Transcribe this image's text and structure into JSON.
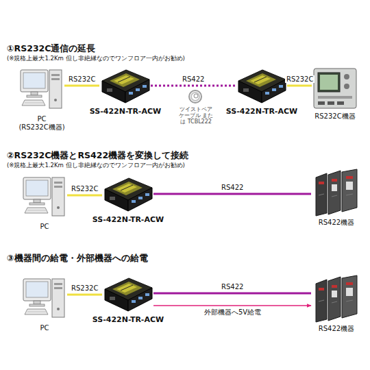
{
  "diagram": {
    "nodes": [
      {
        "text": [
          "PC",
          "(RS232C機器)"
        ]
      },
      {
        "text": [
          "SS-422N-TR-ACW"
        ]
      },
      {
        "text": [
          "SS-422N-TR-ACW"
        ]
      },
      {
        "text": [
          "RS232C機器"
        ]
      },
      {
        "text": [
          "PC"
        ]
      },
      {
        "text": [
          "SS-422N-TR-ACW"
        ]
      },
      {
        "text": [
          "RS422機器"
        ]
      },
      {
        "text": [
          "PC"
        ]
      },
      {
        "text": [
          "SS-422N-TR-ACW"
        ]
      },
      {
        "text": [
          "RS422機器"
        ]
      }
    ],
    "edges": [
      {
        "from": 0,
        "to": 1,
        "label": "RS232C",
        "arrow": "none"
      },
      {
        "from": 1,
        "to": 2,
        "label": "RS422",
        "arrow": "none"
      },
      {
        "from": 2,
        "to": 3,
        "label": "RS232C",
        "arrow": "none"
      },
      {
        "from": 4,
        "to": 5,
        "label": "RS232C",
        "arrow": "none"
      },
      {
        "from": 5,
        "to": 6,
        "label": "RS422",
        "arrow": "none"
      },
      {
        "from": 7,
        "to": 8,
        "label": "RS232C",
        "arrow": "none"
      },
      {
        "from": 8,
        "to": 9,
        "label": "RS422",
        "arrow": "none"
      },
      {
        "from": 8,
        "to": 9,
        "label": "外部機器へ5V給電",
        "arrow": "to"
      }
    ],
    "labels": [
      "①RS232C通信の延長",
      "(※規格上最大1.2Km 但し非絶縁なのでワンフロア一内がお勧め)",
      "ツイストペア ケーブル または TCBL222",
      "②RS232C機器とRS422機器を変換して接続",
      "(※規格上最大1.2Km 但し非絶縁なのでワンフロア一内がお勧め)",
      "③機器間の給電・外部機器への給電"
    ]
  }
}
